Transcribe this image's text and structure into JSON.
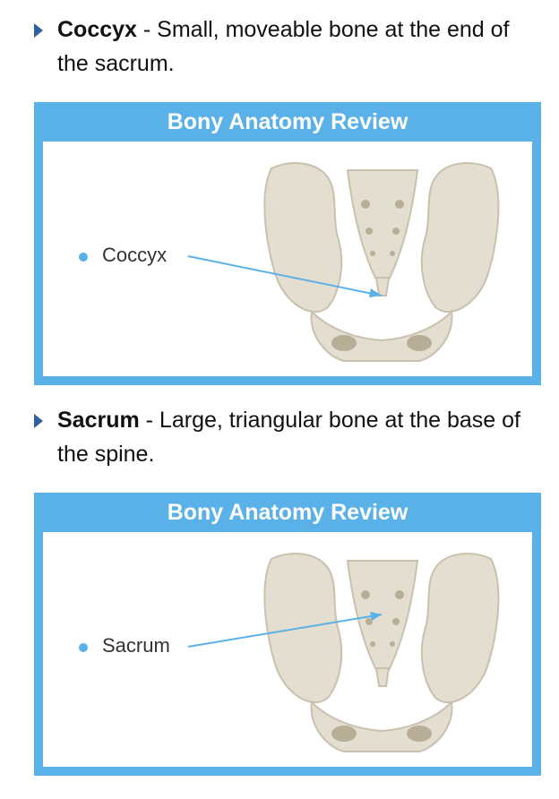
{
  "sections": [
    {
      "term": "Coccyx",
      "description": " - Small, moveable bone at the end of the sacrum.",
      "card_title": "Bony Anatomy Review",
      "label": "Coccyx",
      "target": "coccyx"
    },
    {
      "term": "Sacrum",
      "description": " - Large, triangular bone at the base of the spine.",
      "card_title": "Bony Anatomy Review",
      "label": "Sacrum",
      "target": "sacrum"
    }
  ],
  "colors": {
    "accent": "#5ab1e8",
    "bullet_arrow": "#2f5f9e",
    "bone": "#e4ded0",
    "bone_shadow": "#c9c1ae"
  }
}
